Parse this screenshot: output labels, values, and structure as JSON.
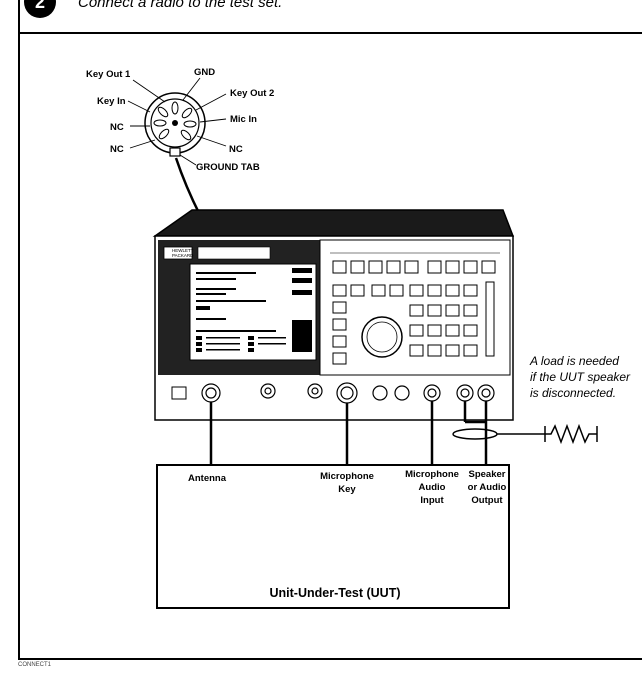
{
  "header": {
    "step_number": "2",
    "step_text": "Connect a radio to the test set."
  },
  "connector": {
    "pin_labels": {
      "key_out_1": "Key Out 1",
      "gnd": "GND",
      "key_in": "Key In",
      "key_out_2": "Key Out 2",
      "mic_in": "Mic In",
      "nc_left_1": "NC",
      "nc_left_2": "NC",
      "nc_right": "NC",
      "ground_tab": "GROUND TAB"
    }
  },
  "test_set": {
    "brand_line1": "HEWLETT",
    "brand_line2": "PACKARD"
  },
  "uut": {
    "title": "Unit-Under-Test (UUT)",
    "ports": {
      "antenna": "Antenna",
      "mic_key_line1": "Microphone",
      "mic_key_line2": "Key",
      "mic_audio_line1": "Microphone",
      "mic_audio_line2": "Audio",
      "mic_audio_line3": "Input",
      "speaker_line1": "Speaker",
      "speaker_line2": "or Audio",
      "speaker_line3": "Output"
    }
  },
  "load_note": {
    "line1": "A load is needed",
    "line2": "if the UUT speaker",
    "line3": "is disconnected."
  },
  "figure_id": "CONNECT1"
}
